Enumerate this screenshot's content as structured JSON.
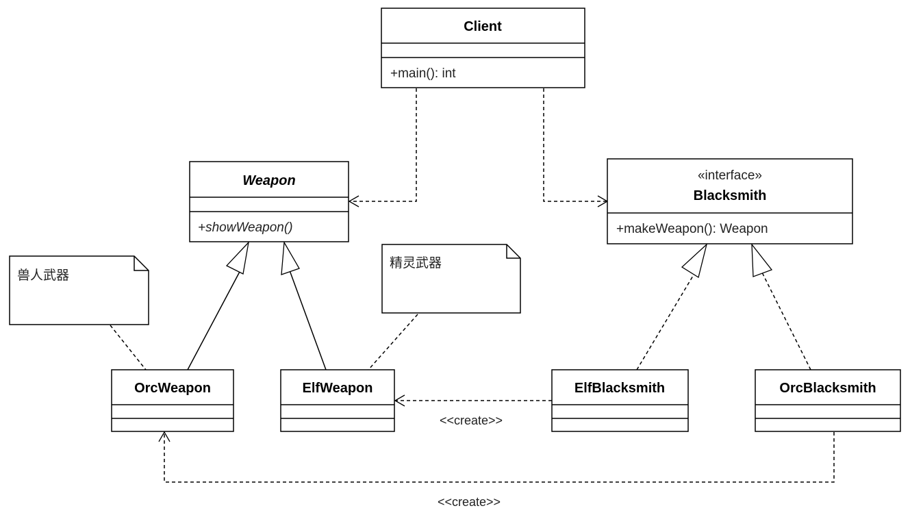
{
  "diagram": {
    "type": "UML class diagram",
    "classes": {
      "client": {
        "name": "Client",
        "attributes": [],
        "methods": [
          "+main(): int"
        ]
      },
      "weapon": {
        "name": "Weapon",
        "abstract": true,
        "attributes": [],
        "methods": [
          "+showWeapon()"
        ]
      },
      "blacksmith": {
        "stereotype": "«interface»",
        "name": "Blacksmith",
        "methods": [
          "+makeWeapon(): Weapon"
        ]
      },
      "orc_weapon": {
        "name": "OrcWeapon",
        "attributes": [],
        "methods": []
      },
      "elf_weapon": {
        "name": "ElfWeapon",
        "attributes": [],
        "methods": []
      },
      "elf_blacksmith": {
        "name": "ElfBlacksmith",
        "attributes": [],
        "methods": []
      },
      "orc_blacksmith": {
        "name": "OrcBlacksmith",
        "attributes": [],
        "methods": []
      }
    },
    "notes": {
      "orc_note": "兽人武器",
      "elf_note": "精灵武器"
    },
    "relations": {
      "client_weapon": {
        "type": "dependency",
        "from": "Client",
        "to": "Weapon"
      },
      "client_blacksmith": {
        "type": "dependency",
        "from": "Client",
        "to": "Blacksmith"
      },
      "orc_weapon_inherits": {
        "type": "generalization",
        "from": "OrcWeapon",
        "to": "Weapon"
      },
      "elf_weapon_inherits": {
        "type": "generalization",
        "from": "ElfWeapon",
        "to": "Weapon"
      },
      "elf_blacksmith_realizes": {
        "type": "realization",
        "from": "ElfBlacksmith",
        "to": "Blacksmith"
      },
      "orc_blacksmith_realizes": {
        "type": "realization",
        "from": "OrcBlacksmith",
        "to": "Blacksmith"
      },
      "elf_create": {
        "type": "dependency",
        "from": "ElfBlacksmith",
        "to": "ElfWeapon",
        "label": "<<create>>"
      },
      "orc_create": {
        "type": "dependency",
        "from": "OrcBlacksmith",
        "to": "OrcWeapon",
        "label": "<<create>>"
      }
    }
  }
}
